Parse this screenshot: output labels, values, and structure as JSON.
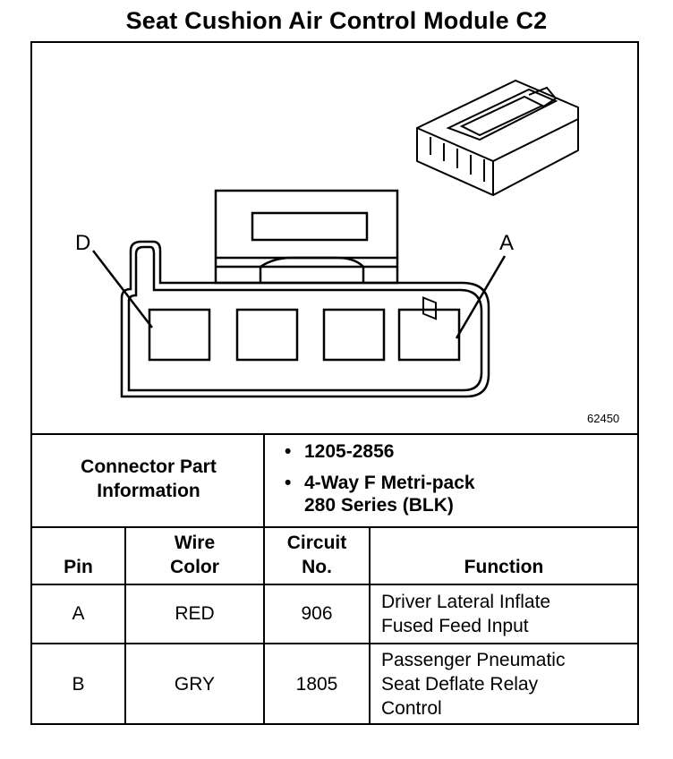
{
  "title": "Seat Cushion Air Control Module C2",
  "diagram": {
    "pin_labels": {
      "left": "D",
      "right": "A"
    },
    "figure_id": "62450"
  },
  "connector": {
    "label_line1": "Connector Part",
    "label_line2": "Information",
    "part_number": "1205-2856",
    "description_line1": "4-Way F Metri-pack",
    "description_line2": "280 Series (BLK)"
  },
  "table": {
    "headers": {
      "pin": "Pin",
      "wire_color_line1": "Wire",
      "wire_color_line2": "Color",
      "circuit_line1": "Circuit",
      "circuit_line2": "No.",
      "function": "Function"
    },
    "rows": [
      {
        "pin": "A",
        "wire_color": "RED",
        "circuit": "906",
        "function_lines": [
          "Driver Lateral Inflate",
          "Fused Feed Input"
        ]
      },
      {
        "pin": "B",
        "wire_color": "GRY",
        "circuit": "1805",
        "function_lines": [
          "Passenger Pneumatic",
          "Seat Deflate Relay",
          "Control"
        ]
      }
    ]
  }
}
